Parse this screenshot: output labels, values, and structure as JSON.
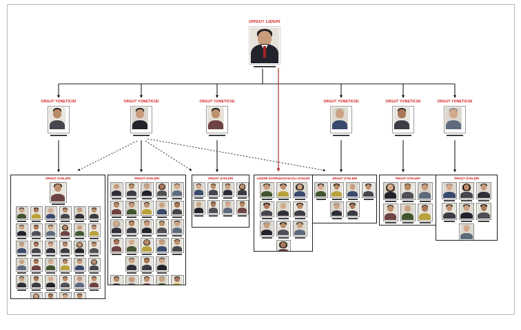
{
  "chart_type": "organization-chart",
  "colors": {
    "label_red": "#cf1515",
    "connector_red": "#b23b35",
    "connector_black": "#1a1a1a",
    "box_border": "#1c1c1c",
    "background": "#ffffff"
  },
  "leader": {
    "label": "ÖRGÜT LİDERİ"
  },
  "managers": {
    "items": [
      {
        "label": "ÖRGÜT YÖNETİCİSİ"
      },
      {
        "label": "ÖRGÜT YÖNETİCİSİ"
      },
      {
        "label": "ÖRGÜT YÖNETİCİSİ"
      },
      {
        "label": "ÖRGÜT YÖNETİCİSİ"
      },
      {
        "label": "ÖRGÜT YÖNETİCİSİ"
      },
      {
        "label": "ÖRGÜT YÖNETİCİSİ"
      }
    ]
  },
  "boxes": {
    "items": [
      {
        "id": "box-1",
        "title": "ÖRGÜT ÜYELERİ",
        "rows": [
          1,
          6,
          6,
          6,
          6,
          6,
          4
        ],
        "member_count": 35
      },
      {
        "id": "box-2",
        "title": "ÖRGÜT ÜYELERİ",
        "rows": [
          5,
          5,
          5,
          5,
          3,
          5
        ],
        "member_count": 28
      },
      {
        "id": "box-3",
        "title": "ÖRGÜT ÜYELERİ",
        "rows": [
          4,
          4
        ],
        "member_count": 8
      },
      {
        "id": "box-4",
        "title": "LİDERE DOĞRUDAN BAĞLI ÜYELER",
        "rows": [
          3,
          3,
          3,
          1
        ],
        "member_count": 10
      },
      {
        "id": "box-5",
        "title": "ÖRGÜT ÜYELERİ",
        "rows": [
          4,
          2
        ],
        "member_count": 6
      },
      {
        "id": "box-6",
        "title": "ÖRGÜT ÜYELERİ",
        "rows": [
          3,
          3
        ],
        "member_count": 6
      },
      {
        "id": "box-7",
        "title": "ÖRGÜT ÜYELERİ",
        "rows": [
          3,
          3,
          1
        ],
        "member_count": 7
      }
    ]
  },
  "edges": [
    {
      "from": "leader",
      "to": "manager-1",
      "style": "solid"
    },
    {
      "from": "leader",
      "to": "manager-2",
      "style": "solid"
    },
    {
      "from": "leader",
      "to": "manager-3",
      "style": "solid"
    },
    {
      "from": "leader",
      "to": "manager-4",
      "style": "solid"
    },
    {
      "from": "leader",
      "to": "manager-5",
      "style": "solid"
    },
    {
      "from": "leader",
      "to": "manager-6",
      "style": "solid"
    },
    {
      "from": "leader",
      "to": "box-4",
      "style": "solid-red"
    },
    {
      "from": "manager-1",
      "to": "box-1",
      "style": "solid"
    },
    {
      "from": "manager-2",
      "to": "box-2",
      "style": "solid"
    },
    {
      "from": "manager-2",
      "to": "box-1",
      "style": "dashed"
    },
    {
      "from": "manager-2",
      "to": "box-3",
      "style": "dashed"
    },
    {
      "from": "manager-2",
      "to": "box-5",
      "style": "dashed"
    },
    {
      "from": "manager-3",
      "to": "box-3",
      "style": "solid"
    },
    {
      "from": "manager-4",
      "to": "box-5",
      "style": "solid"
    },
    {
      "from": "manager-5",
      "to": "box-6",
      "style": "solid"
    },
    {
      "from": "manager-6",
      "to": "box-7",
      "style": "solid"
    }
  ]
}
